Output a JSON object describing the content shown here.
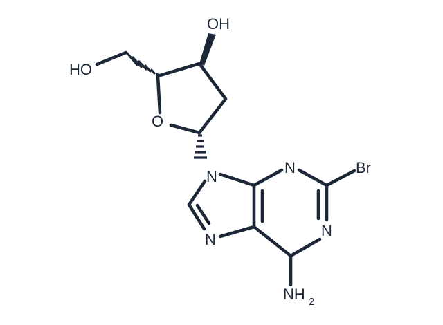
{
  "molecule": {
    "bond_color": "#1c2738",
    "labels": {
      "oh_top": "OH",
      "ho_left": "HO",
      "ring_oxygen": "O",
      "n9": "N",
      "n3": "N",
      "br": "Br",
      "n1": "N",
      "n7": "N",
      "nh2_main": "NH",
      "nh2_sub": "2"
    }
  }
}
